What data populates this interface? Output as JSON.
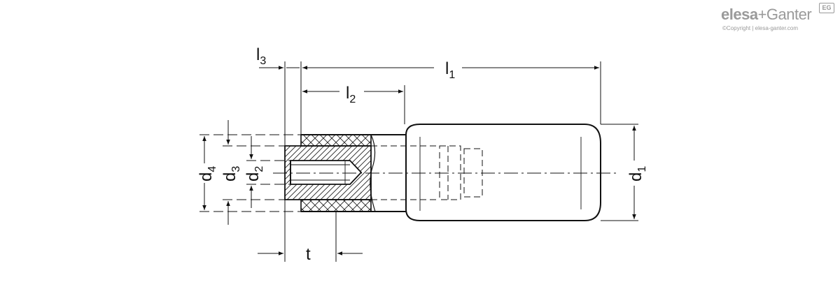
{
  "brand": {
    "logo_left": "elesa",
    "logo_right": "+Ganter",
    "badge": "EG",
    "copyright": "©Copyright | elesa-ganter.com",
    "color": "#9a9a9a"
  },
  "labels": {
    "l1": {
      "main": "l",
      "sub": "1"
    },
    "l2": {
      "main": "l",
      "sub": "2"
    },
    "l3": {
      "main": "l",
      "sub": "3"
    },
    "d1": {
      "main": "d",
      "sub": "1"
    },
    "d2": {
      "main": "d",
      "sub": "2"
    },
    "d3": {
      "main": "d",
      "sub": "3"
    },
    "d4": {
      "main": "d",
      "sub": "4"
    },
    "t": "t"
  }
}
